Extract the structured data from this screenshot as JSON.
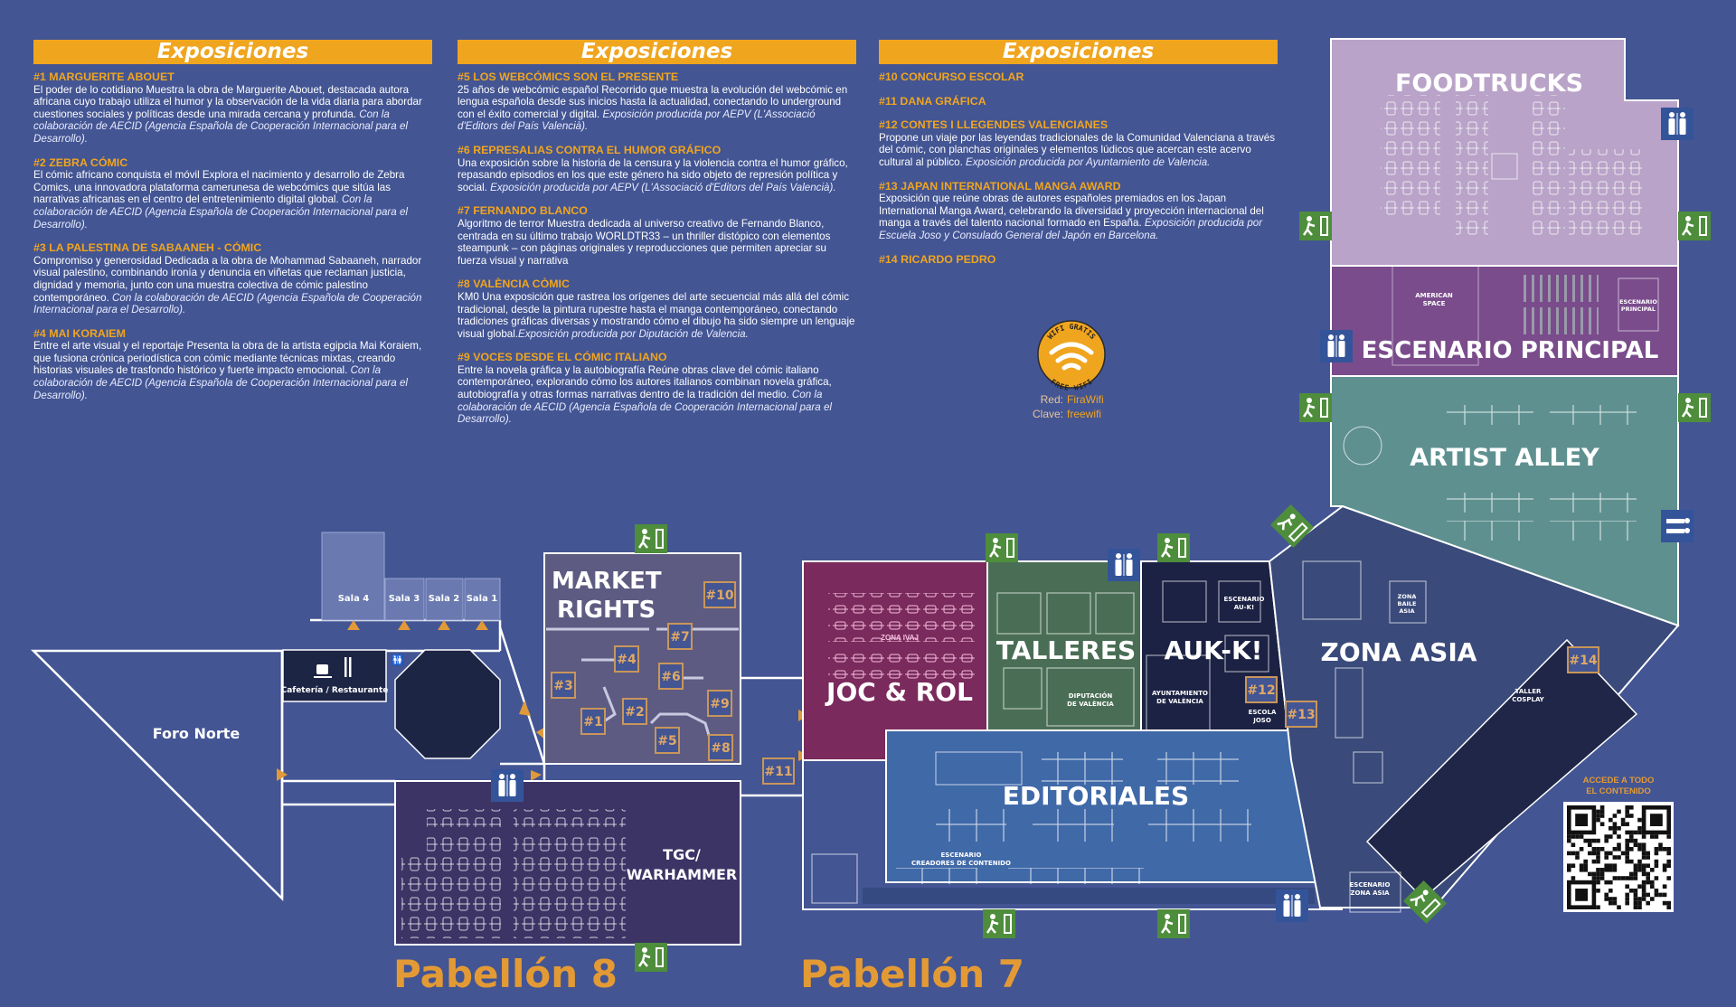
{
  "columns": [
    {
      "heading": "Exposiciones",
      "items": [
        {
          "title": "#1 MARGUERITE ABOUET",
          "body": "El poder de lo cotidiano Muestra la obra de Marguerite Abouet, destacada autora africana cuyo trabajo utiliza el humor y la observación de la vida diaria para abordar cuestiones sociales y políticas desde una mirada cercana y profunda. ",
          "credit": "Con la colaboración de AECID (Agencia Española de Cooperación Internacional para el Desarrollo)."
        },
        {
          "title": "#2 ZEBRA CÓMIC",
          "body": "El cómic africano conquista el móvil Explora el nacimiento y desarrollo de Zebra Comics, una innovadora plataforma camerunesa de webcómics que sitúa las narrativas africanas en el centro del entretenimiento digital global. ",
          "credit": "Con la colaboración de AECID (Agencia Española de Cooperación Internacional para el Desarrollo)."
        },
        {
          "title": "#3 LA PALESTINA DE SABAANEH - CÓMIC",
          "body": "Compromiso y generosidad Dedicada a la obra de Mohammad Sabaaneh, narrador visual palestino, combinando ironía y denuncia en viñetas que reclaman justicia, dignidad y memoria, junto con una muestra colectiva de cómic palestino contemporáneo. ",
          "credit": "Con la colaboración de AECID (Agencia Española de Cooperación Internacional para el Desarrollo)."
        },
        {
          "title": "#4 MAI KORAIEM",
          "body": "Entre el arte visual y el reportaje Presenta la obra de la artista egipcia Mai Koraiem, que fusiona crónica periodística con cómic mediante técnicas mixtas, creando historias visuales de trasfondo histórico y fuerte impacto emocional. ",
          "credit": "Con la colaboración de AECID (Agencia Española de Cooperación Internacional para el Desarrollo)."
        }
      ]
    },
    {
      "heading": "Exposiciones",
      "items": [
        {
          "title": "#5 LOS WEBCÓMICS SON EL PRESENTE",
          "body": "25 años de webcómic español Recorrido que muestra la evolución del webcómic en lengua española desde sus inicios hasta la actualidad, conectando lo underground con el éxito comercial y digital. ",
          "credit": "Exposición producida por AEPV (L'Associació d'Editors del País Valencià)."
        },
        {
          "title": "#6 REPRESALIAS CONTRA EL HUMOR GRÁFICO",
          "body": "Una exposición sobre la historia de la censura y la violencia contra el humor gráfico, repasando episodios en los que este género ha sido objeto de represión política y social. ",
          "credit": "Exposición producida por AEPV (L'Associació d'Editors del País Valencià)."
        },
        {
          "title": "#7 FERNANDO BLANCO",
          "body": "Algoritmo de terror Muestra dedicada al universo creativo de Fernando Blanco, centrada en su último trabajo WORLDTR33 – un thriller distópico con elementos steampunk – con páginas originales y reproducciones que permiten apreciar su fuerza visual y narrativa",
          "credit": ""
        },
        {
          "title": "#8 VALÈNCIA CÒMIC",
          "body": "KM0 Una exposición que rastrea los orígenes del arte secuencial más allá del cómic tradicional, desde la pintura rupestre hasta el manga contemporáneo, conectando tradiciones gráficas diversas y mostrando cómo el dibujo ha sido siempre un lenguaje visual global.",
          "credit": "Exposición producida por Diputación de Valencia."
        },
        {
          "title": "#9 VOCES DESDE EL CÓMIC ITALIANO",
          "body": "Entre la novela gráfica y la autobiografía Reúne obras clave del cómic italiano contemporáneo, explorando cómo los autores italianos combinan novela gráfica, autobiografía y otras formas narrativas dentro de la tradición del medio. ",
          "credit": "Con la colaboración de AECID (Agencia Española de Cooperación Internacional para el Desarrollo)."
        }
      ]
    },
    {
      "heading": "Exposiciones",
      "items": [
        {
          "title": "#10 CONCURSO ESCOLAR",
          "body": "",
          "credit": ""
        },
        {
          "title": "#11 DANA GRÁFICA",
          "body": "",
          "credit": ""
        },
        {
          "title": "#12 CONTES I LLEGENDES VALENCIANES",
          "body": "Propone un viaje por las leyendas tradicionales de la Comunidad Valenciana a través del cómic, con planchas originales y elementos lúdicos que acercan este acervo cultural al público. ",
          "credit": "Exposición producida por Ayuntamiento de Valencia."
        },
        {
          "title": "#13 JAPAN INTERNATIONAL MANGA AWARD",
          "body": "Exposición que reúne obras de autores españoles premiados en los Japan International Manga Award, celebrando la diversidad y proyección internacional del manga a través del talento nacional formado en España. ",
          "credit": "Exposición producida por Escuela Joso y Consulado General del Japón en Barcelona."
        },
        {
          "title": "#14 RICARDO PEDRO",
          "body": "",
          "credit": ""
        }
      ]
    }
  ],
  "wifi": {
    "badge_top": "WIFI GRATIS",
    "badge_bottom": "FREE WIFI",
    "network_label": "Red:",
    "network": "FiraWifi",
    "password_label": "Clave:",
    "password": "freewifi"
  },
  "map": {
    "pavilion8": "Pabellón 8",
    "pavilion7": "Pabellón 7",
    "foro_norte": "Foro Norte",
    "salas": [
      "Sala 4",
      "Sala 3",
      "Sala 2",
      "Sala 1"
    ],
    "cafeteria": "Cafetería / Restaurante",
    "market_rights": [
      "MARKET",
      "RIGHTS"
    ],
    "tgc": [
      "TGC/",
      "WARHAMMER"
    ],
    "joc_rol": "JOC & ROL",
    "zona_ivaj": "ZONA IVAJ",
    "talleres": "TALLERES",
    "diputacion": [
      "DIPUTACIÓN",
      "DE VALÈNCIA"
    ],
    "aukk": "AUK-K!",
    "escenario_aukk": [
      "ESCENARIO",
      "AU-K!"
    ],
    "ayuntamiento": [
      "AYUNTAMIENTO",
      "DE VALÈNCIA"
    ],
    "escola_joso": [
      "ESCOLA",
      "JOSO"
    ],
    "editoriales": "EDITORIALES",
    "escenario_creadores": [
      "ESCENARIO",
      "CREADORES DE CONTENIDO"
    ],
    "zona_asia": "ZONA ASIA",
    "zona_baile": [
      "ZONA",
      "BAILE",
      "ASIA"
    ],
    "taller_cosplay": [
      "TALLER",
      "COSPLAY"
    ],
    "escenario_asia": [
      "ESCENARIO",
      "ZONA ASIA"
    ],
    "foodtrucks": "FOODTRUCKS",
    "escenario_principal": "ESCENARIO PRINCIPAL",
    "escenario_principal_small": [
      "ESCENARIO",
      "PRINCIPAL"
    ],
    "american_space": [
      "AMERICAN",
      "SPACE"
    ],
    "artist_alley": "ARTIST ALLEY",
    "markers": [
      "#1",
      "#2",
      "#3",
      "#4",
      "#5",
      "#6",
      "#7",
      "#8",
      "#9",
      "#10",
      "#11",
      "#12",
      "#13",
      "#14"
    ]
  },
  "qr": {
    "caption": [
      "ACCEDE A TODO",
      "EL CONTENIDO"
    ]
  },
  "colors": {
    "accent": "#f0a51f",
    "background": "#435593",
    "exit": "#4e8d3c",
    "restroom": "#34549a"
  }
}
